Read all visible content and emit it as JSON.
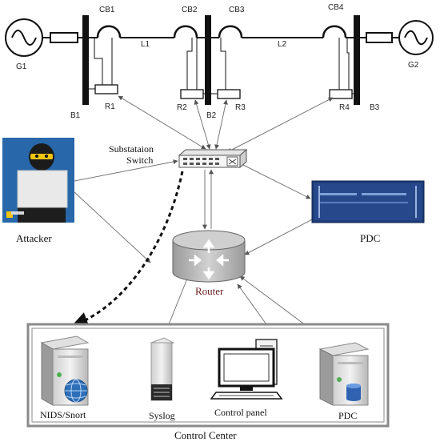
{
  "grid": {
    "generators": [
      {
        "id": "gen1",
        "label": "G1"
      },
      {
        "id": "gen2",
        "label": "G2"
      }
    ],
    "breakers": [
      "CB1",
      "CB2",
      "CB3",
      "CB4"
    ],
    "lines": [
      "L1",
      "L2"
    ],
    "relays": [
      "R1",
      "R2",
      "R3",
      "R4"
    ],
    "buses": [
      "B1",
      "B2",
      "B3"
    ]
  },
  "network": {
    "switch_label_line1": "Substataion",
    "switch_label_line2": "Switch",
    "attacker_label": "Attacker",
    "pdc_top_label": "PDC",
    "router_label": "Router"
  },
  "control_center": {
    "title": "Control Center",
    "nodes": [
      "NIDS/Snort",
      "Syslog",
      "Control panel",
      "PDC"
    ]
  },
  "colors": {
    "attack_path": "#111111",
    "router_body": "#b9b9b9",
    "pdc_panel": "#1e3d7a",
    "attacker_bg": "#2b6fb4"
  }
}
